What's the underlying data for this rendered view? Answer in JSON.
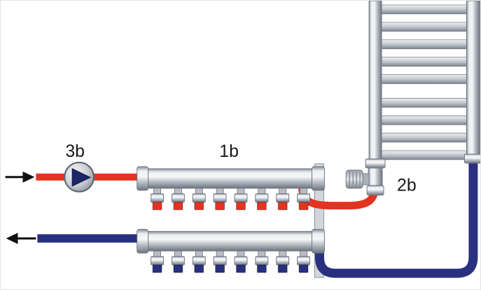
{
  "diagram": {
    "labels": {
      "supply_manifold": "1b",
      "valve": "2b",
      "pump": "3b"
    },
    "colors": {
      "supply": "#e23420",
      "return": "#28307f",
      "arrow": "#111111"
    },
    "radiator": {
      "rung_groups": [
        5,
        4
      ]
    },
    "manifolds": {
      "supply_loops": 8,
      "return_loops": 8
    }
  }
}
